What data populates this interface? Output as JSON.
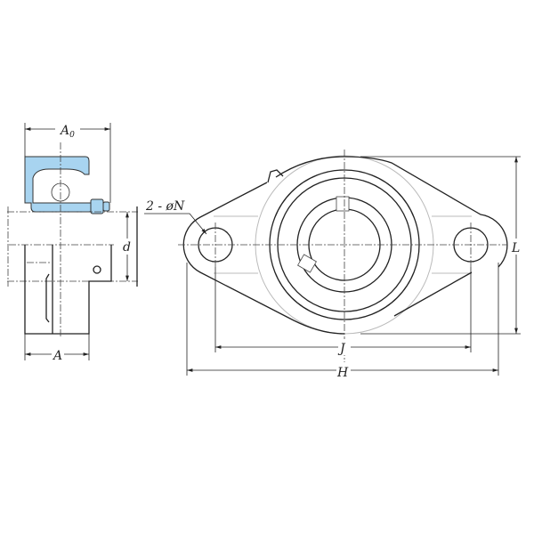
{
  "labels": {
    "a0": "A",
    "a0_sub": "0",
    "a": "A",
    "d": "d",
    "n": "2 - øN",
    "j": "J",
    "h": "H",
    "l": "L"
  },
  "colors": {
    "housing_section": "#a8d4f0",
    "line": "#222222"
  }
}
